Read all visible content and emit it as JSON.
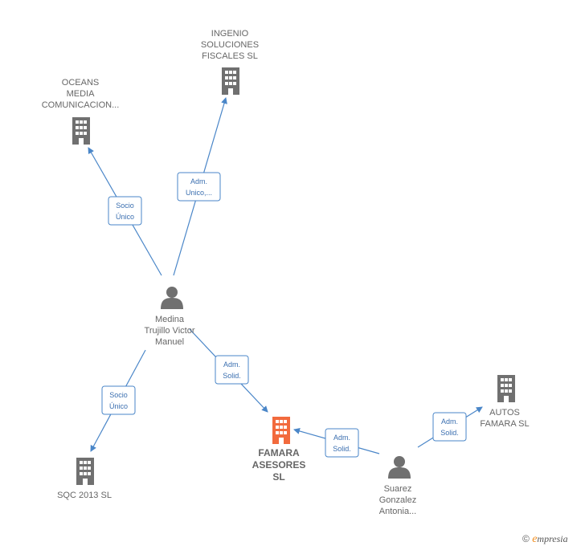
{
  "nodes": {
    "ingenio": {
      "type": "company",
      "lines": [
        "INGENIO",
        "SOLUCIONES",
        "FISCALES  SL"
      ]
    },
    "oceans": {
      "type": "company",
      "lines": [
        "OCEANS",
        "MEDIA",
        "COMUNICACION..."
      ]
    },
    "medina": {
      "type": "person",
      "lines": [
        "Medina",
        "Trujillo Victor",
        "Manuel"
      ]
    },
    "famara": {
      "type": "company-main",
      "lines": [
        "FAMARA",
        "ASESORES",
        "SL"
      ]
    },
    "sqc": {
      "type": "company",
      "lines": [
        "SQC 2013  SL"
      ]
    },
    "autos": {
      "type": "company",
      "lines": [
        "AUTOS",
        "FAMARA SL"
      ]
    },
    "suarez": {
      "type": "person",
      "lines": [
        "Suarez",
        "Gonzalez",
        "Antonia..."
      ]
    }
  },
  "relations": [
    {
      "id": "medina-oceans",
      "lines": [
        "Socio",
        "Único"
      ]
    },
    {
      "id": "medina-ingenio",
      "lines": [
        "Adm.",
        "Unico,..."
      ]
    },
    {
      "id": "medina-famara",
      "lines": [
        "Adm.",
        "Solid."
      ]
    },
    {
      "id": "medina-sqc",
      "lines": [
        "Socio",
        "Único"
      ]
    },
    {
      "id": "suarez-famara",
      "lines": [
        "Adm.",
        "Solid."
      ]
    },
    {
      "id": "suarez-autos",
      "lines": [
        "Adm.",
        "Solid."
      ]
    }
  ],
  "colors": {
    "edge": "#4a86c8",
    "company_icon": "#707070",
    "main_icon": "#f26a3d",
    "person_icon": "#707070"
  },
  "branding": {
    "copyright": "©",
    "e": "e",
    "rest": "mpresia"
  }
}
